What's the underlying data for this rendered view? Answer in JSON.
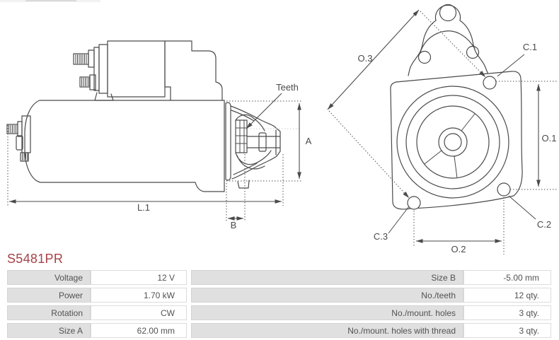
{
  "part_number": "S5481PR",
  "drawing": {
    "side_view": {
      "teeth_label": "Teeth",
      "dim_a": "A",
      "dim_l1": "L.1",
      "dim_b": "B"
    },
    "front_view": {
      "dim_o3": "O.3",
      "dim_o1": "O.1",
      "dim_o2": "O.2",
      "hole_c1": "C.1",
      "hole_c2": "C.2",
      "hole_c3": "C.3"
    }
  },
  "specs": {
    "rows": [
      {
        "left_label": "Voltage",
        "left_value": "12 V",
        "right_label": "Size B",
        "right_value": "-5.00 mm"
      },
      {
        "left_label": "Power",
        "left_value": "1.70 kW",
        "right_label": "No./teeth",
        "right_value": "12 qty."
      },
      {
        "left_label": "Rotation",
        "left_value": "CW",
        "right_label": "No./mount. holes",
        "right_value": "3 qty."
      },
      {
        "left_label": "Size A",
        "left_value": "62.00 mm",
        "right_label": "No./mount. holes with thread",
        "right_value": "3 qty."
      }
    ]
  },
  "colors": {
    "part_number_red": "#a84045",
    "line_color": "#4a4a4a",
    "label_cell_bg": "#e0e0e0",
    "cell_border": "#d3d3d3"
  }
}
